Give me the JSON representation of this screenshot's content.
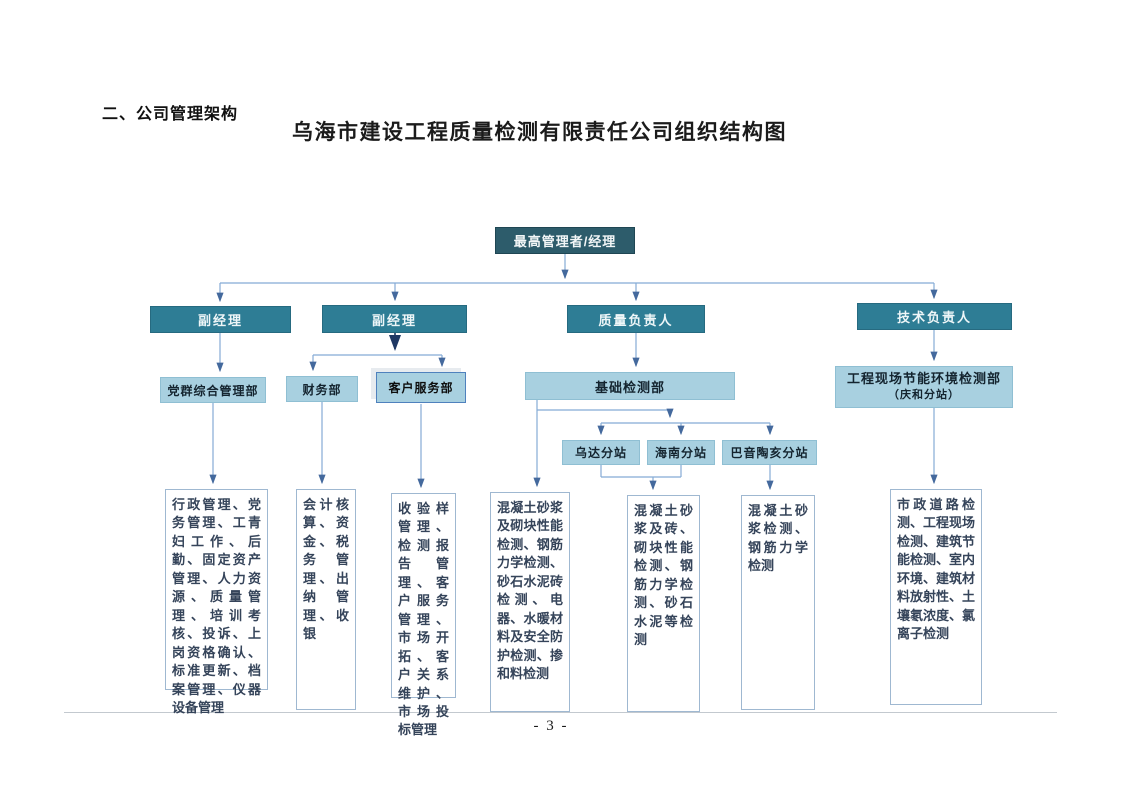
{
  "page": {
    "section_heading": "二、公司管理架构",
    "chart_title": "乌海市建设工程质量检测有限责任公司组织结构图",
    "page_number": "- 3 -"
  },
  "chart": {
    "root": {
      "label": "最高管理者/经理"
    },
    "managers": [
      {
        "label": "副经理"
      },
      {
        "label": "副经理"
      },
      {
        "label": "质量负责人"
      },
      {
        "label": "技术负责人"
      }
    ],
    "departments": [
      {
        "label": "党群综合管理部"
      },
      {
        "label": "财务部"
      },
      {
        "label": "客户服务部"
      },
      {
        "label": "基础检测部"
      },
      {
        "label": "工程现场节能环境检测部",
        "sublabel": "（庆和分站）"
      }
    ],
    "stations": [
      {
        "label": "乌达分站"
      },
      {
        "label": "海南分站"
      },
      {
        "label": "巴音陶亥分站"
      }
    ],
    "duties": [
      {
        "text": "行政管理、党务管理、工青妇工作、后勤、固定资产管理、人力资源、质量管理、培训考核、投诉、上岗资格确认、标准更新、档案管理、仪器设备管理"
      },
      {
        "text": "会计核算、资金、税务管理、出纳管理、收银"
      },
      {
        "text": "收验样管理、检测报告管理、客户服务管理、市场开拓、客户关系维护、市场投标管理"
      },
      {
        "text": "混凝土砂浆及砌块性能检测、钢筋力学检测、砂石水泥砖检测、电器、水暖材料及安全防护检测、掺和料检测"
      },
      {
        "text": "混凝土砂浆及砖、砌块性能检测、钢筋力学检测、砂石水泥等检测"
      },
      {
        "text": "混凝土砂浆检测、钢筋力学检测"
      },
      {
        "text": "市政道路检测、工程现场检测、建筑节能检测、室内环境、建筑材料放射性、土壤氡浓度、氯离子检测"
      }
    ],
    "colors": {
      "root_fill": "#2d5c6b",
      "manager_fill": "#2e7d95",
      "dept_fill": "#a8d0e0",
      "connector": "#85abd5",
      "arrow": "#44699d",
      "arrow_dark": "#1f3864",
      "duty_border": "#9fb8d1",
      "duty_text": "#35445a"
    }
  }
}
